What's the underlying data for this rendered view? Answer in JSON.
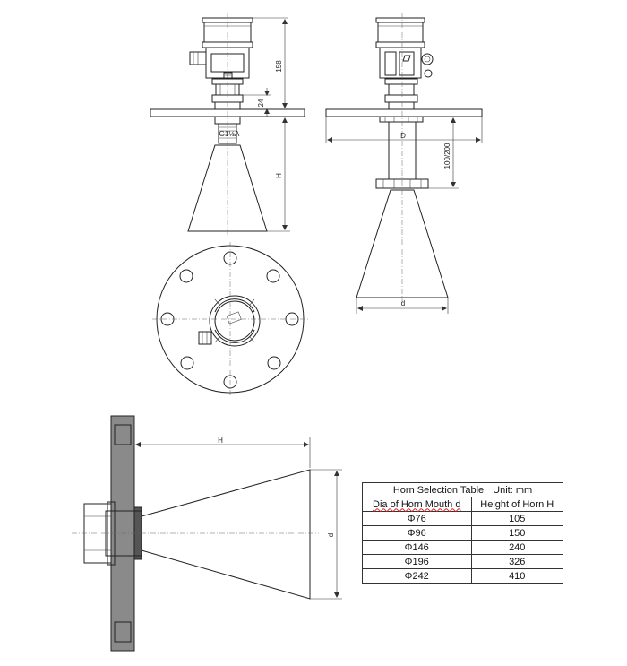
{
  "dimensions": {
    "top_height": "158",
    "neck_height": "24",
    "thread": "G1½A",
    "horn_height": "H",
    "flange_dia": "D",
    "extension": "100/200",
    "horn_mouth": "d",
    "side_height": "H",
    "side_mouth": "d"
  },
  "table": {
    "title": "Horn Selection Table",
    "unit": "Unit: mm",
    "col_dia": "Dia of Horn Mouth d",
    "col_height": "Height of Horn H",
    "rows": [
      {
        "dia": "Φ76",
        "height": "105"
      },
      {
        "dia": "Φ96",
        "height": "150"
      },
      {
        "dia": "Φ146",
        "height": "240"
      },
      {
        "dia": "Φ196",
        "height": "326"
      },
      {
        "dia": "Φ242",
        "height": "410"
      }
    ]
  }
}
